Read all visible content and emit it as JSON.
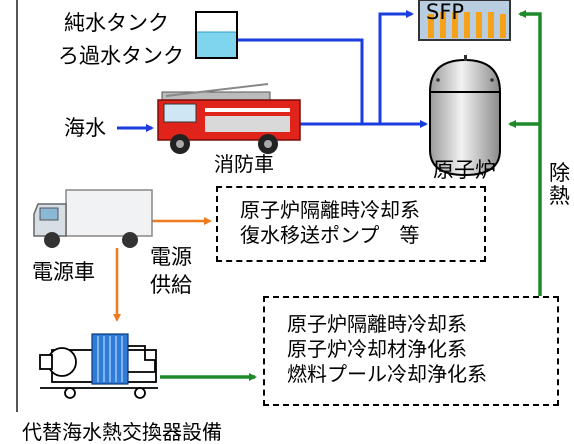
{
  "water_sources": {
    "pure_tank": "純水タンク",
    "filtered_tank": "ろ過水タンク",
    "seawater": "海水"
  },
  "vehicles": {
    "fire_truck": "消防車",
    "power_truck": "電源車",
    "power_supply_line1": "電源",
    "power_supply_line2": "供給"
  },
  "facilities": {
    "sfp": "SFP",
    "reactor": "原子炉",
    "heat_exchanger": "代替海水熱交換器設備"
  },
  "heat_removal": {
    "line1": "除",
    "line2": "熱"
  },
  "box_top": {
    "line1": "原子炉隔離時冷却系",
    "line2": "復水移送ポンプ　等"
  },
  "box_bottom": {
    "line1": "原子炉隔離時冷却系",
    "line2": "原子炉冷却材浄化系",
    "line3": "燃料プール冷却浄化系"
  },
  "colors": {
    "water_line": "#1a3de0",
    "power_line": "#f07a1e",
    "heat_line": "#1f8a2a",
    "sfp_bg": "#b8cde0",
    "sfp_bars": "#f5a21a",
    "reactor_fill": "#d8d8d8",
    "tank_water": "#7fd4ee",
    "truck_red": "#e0241c"
  }
}
